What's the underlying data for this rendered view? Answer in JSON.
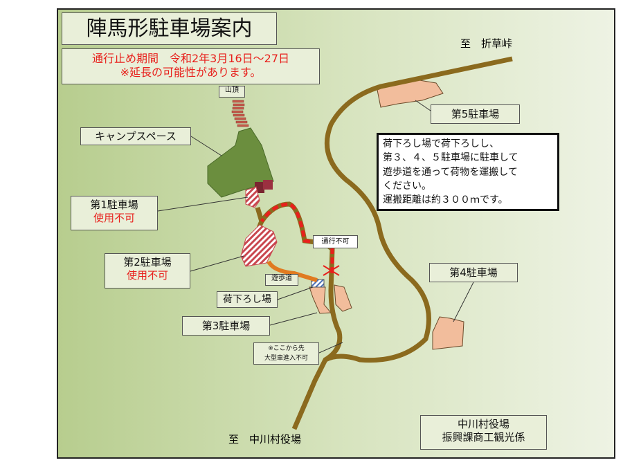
{
  "title": "陣馬形駐車場案内",
  "notice": {
    "line1": "通行止め期間　令和2年3月16日～27日",
    "line2": "※延長の可能性があります。"
  },
  "labels": {
    "summit": "山頂",
    "camp": "キャンプスペース",
    "p1": "第1駐車場",
    "p1_status": "使用不可",
    "p2": "第2駐車場",
    "p2_status": "使用不可",
    "closed": "通行不可",
    "trail": "遊歩道",
    "unload": "荷下ろし場",
    "p3": "第3駐車場",
    "p4": "第4駐車場",
    "p5": "第5駐車場",
    "large_vehicle_1": "※ここから先",
    "large_vehicle_2": "大型車進入不可",
    "to_pass": "至　折草峠",
    "to_village": "至　中川村役場"
  },
  "instructions": [
    "荷下ろし場で荷下ろしし、",
    "第３、４、５駐車場に駐車して",
    "遊歩道を通って荷物を運搬して",
    "ください。",
    "運搬距離は約３００ｍです。"
  ],
  "contact": {
    "line1": "中川村役場",
    "line2": "振興課商工観光係"
  },
  "colors": {
    "road": "#8b6a1e",
    "closed_road": "#e8201c",
    "trail": "#e07a20",
    "camp": "#6b8e3e",
    "parking": "#f2bd9c"
  }
}
